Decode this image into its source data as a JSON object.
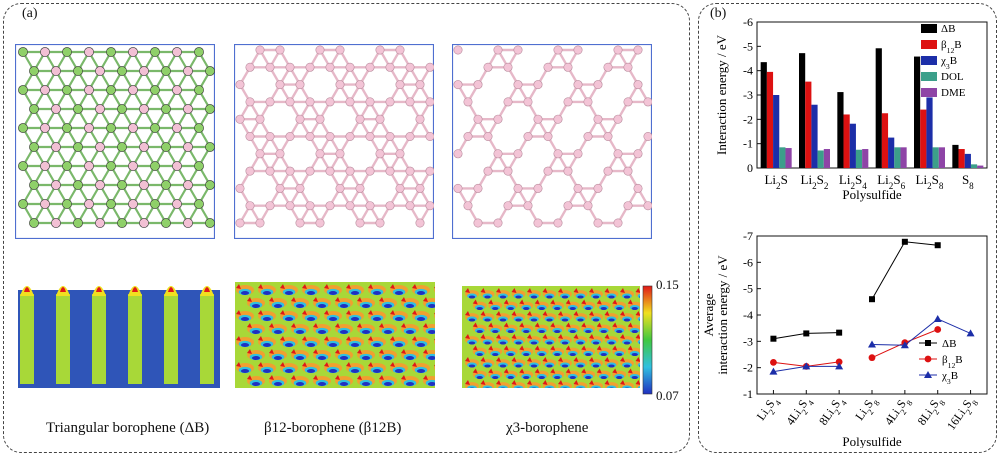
{
  "panel_a": {
    "label": "(a)",
    "captions": [
      "Triangular borophene (ΔB)",
      "β12-borophene (β12B)",
      "χ3-borophene"
    ],
    "colorbar": {
      "max": "0.15",
      "min": "0.07"
    }
  },
  "panel_b": {
    "label": "(b)"
  },
  "colors": {
    "dB": "#000000",
    "b12": "#dd1111",
    "x3": "#1c2ea8",
    "DOL": "#3c9f8a",
    "DME": "#8e44a6"
  },
  "chart_data": [
    {
      "type": "bar",
      "categories": [
        "Li2S",
        "Li2S2",
        "Li2S4",
        "Li2S6",
        "Li2S8",
        "S8"
      ],
      "series": [
        {
          "name": "ΔB",
          "values": [
            -4.35,
            -4.72,
            -3.12,
            -4.92,
            -4.58,
            -0.95
          ]
        },
        {
          "name": "β12B",
          "values": [
            -3.95,
            -3.55,
            -2.2,
            -2.25,
            -2.4,
            -0.78
          ]
        },
        {
          "name": "χ3B",
          "values": [
            -3.0,
            -2.6,
            -1.82,
            -1.25,
            -2.9,
            -0.58
          ]
        },
        {
          "name": "DOL",
          "values": [
            -0.85,
            -0.72,
            -0.75,
            -0.85,
            -0.85,
            -0.15
          ]
        },
        {
          "name": "DME",
          "values": [
            -0.82,
            -0.78,
            -0.78,
            -0.85,
            -0.85,
            -0.1
          ]
        }
      ],
      "ylabel": "Interaction energy / eV",
      "xlabel": "Polysulfide",
      "ylim": [
        0,
        -6
      ],
      "yticks": [
        "0",
        "-1",
        "-2",
        "-3",
        "-4",
        "-5",
        "-6"
      ],
      "legend": "top-right"
    },
    {
      "type": "line",
      "categories": [
        "Li2S4",
        "4Li2S4",
        "8Li2S4",
        "Li2S8",
        "4Li2S8",
        "8Li2S8",
        "16Li2S8"
      ],
      "series": [
        {
          "name": "ΔB",
          "group1": [
            -3.1,
            -3.3,
            -3.33
          ],
          "group2": [
            -4.6,
            -6.78,
            -6.65,
            null
          ]
        },
        {
          "name": "β12B",
          "group1": [
            -2.2,
            -2.05,
            -2.22
          ],
          "group2": [
            -2.38,
            -2.95,
            -3.45,
            null
          ]
        },
        {
          "name": "χ3B",
          "group1": [
            -1.85,
            -2.05,
            -2.05
          ],
          "group2": [
            -2.88,
            -2.85,
            -3.85,
            -3.3
          ]
        }
      ],
      "ylabel": "Average interaction energy / eV",
      "xlabel": "Polysulfide",
      "ylim": [
        -1,
        -7
      ],
      "yticks": [
        "-1",
        "-2",
        "-3",
        "-4",
        "-5",
        "-6",
        "-7"
      ],
      "legend": "bottom-right"
    }
  ]
}
